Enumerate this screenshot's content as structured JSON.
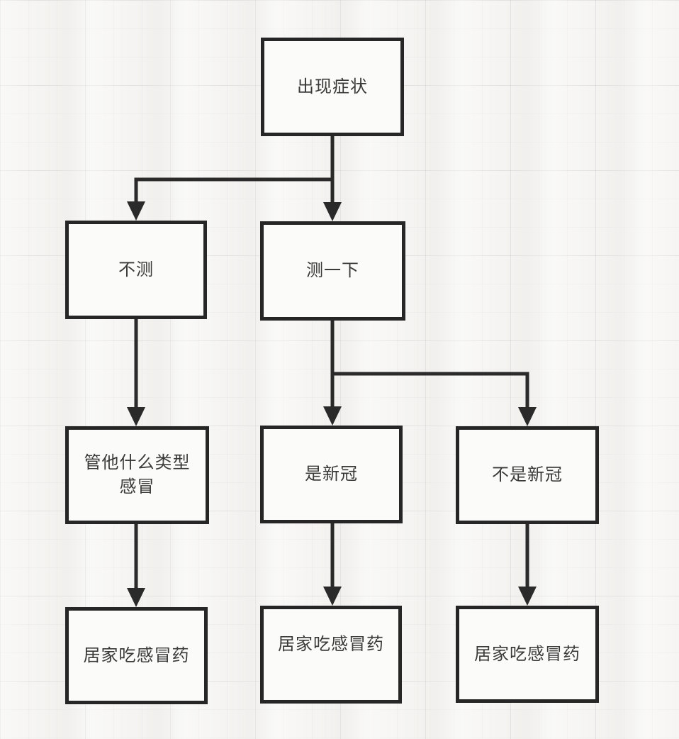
{
  "diagram": {
    "type": "flowchart",
    "language": "zh-CN",
    "nodes": {
      "start": {
        "label": "出现症状"
      },
      "no_test": {
        "label": "不测"
      },
      "test": {
        "label": "测一下"
      },
      "whatever_cold": {
        "label": "管他什么类型感冒"
      },
      "is_covid": {
        "label": "是新冠"
      },
      "not_covid": {
        "label": "不是新冠"
      },
      "home_left": {
        "label": "居家吃感冒药"
      },
      "home_mid": {
        "label": "居家吃感冒药"
      },
      "home_right": {
        "label": "居家吃感冒药"
      }
    },
    "edges": [
      {
        "from": "出现症状",
        "to": "不测"
      },
      {
        "from": "出现症状",
        "to": "测一下"
      },
      {
        "from": "不测",
        "to": "管他什么类型感冒"
      },
      {
        "from": "测一下",
        "to": "是新冠"
      },
      {
        "from": "测一下",
        "to": "不是新冠"
      },
      {
        "from": "管他什么类型感冒",
        "to": "居家吃感冒药"
      },
      {
        "from": "是新冠",
        "to": "居家吃感冒药"
      },
      {
        "from": "不是新冠",
        "to": "居家吃感冒药"
      }
    ],
    "colors": {
      "background": "#f5f4f2",
      "node_fill": "#fbfbfa",
      "node_border": "#262626",
      "connector": "#2a2a2a",
      "text": "#3a3a3a"
    }
  }
}
